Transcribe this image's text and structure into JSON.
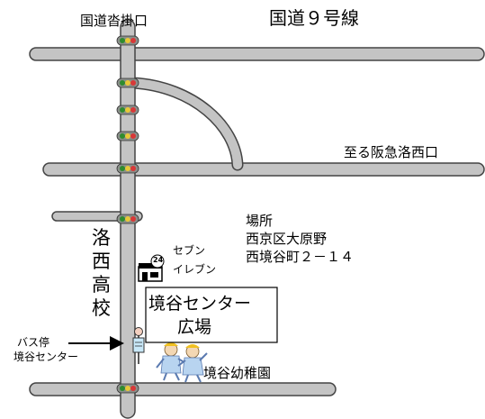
{
  "roads": {
    "route9_name": "国道９号線",
    "route9_junction": "国道沓掛口",
    "hankyu_direction": "至る阪急洛西口"
  },
  "location": {
    "heading": "場所",
    "address_line1": "西京区大原野",
    "address_line2": "西境谷町２－１４"
  },
  "school": {
    "name_chars": [
      "洛",
      "西",
      "高",
      "校"
    ]
  },
  "convenience_store": {
    "badge": "24",
    "name_line1": "セブン",
    "name_line2": "イレブン"
  },
  "destination": {
    "line1": "境谷センター",
    "line2": "広場"
  },
  "bus_stop": {
    "line1": "バス停",
    "line2": "境谷センター"
  },
  "kindergarten": {
    "name": "境谷幼稚園"
  },
  "colors": {
    "road_fill": "#c4c4c4",
    "road_border": "#444444",
    "signal_body": "#8a8f8a",
    "signal_green": "#2e8b2e",
    "signal_yellow": "#e8c838",
    "signal_red": "#d83838",
    "bus_stop_sign": "#f4d0c0"
  },
  "icons": [
    "traffic-signal-icon",
    "convenience-store-icon",
    "bus-stop-icon",
    "arrow-right-icon",
    "children-icon"
  ]
}
